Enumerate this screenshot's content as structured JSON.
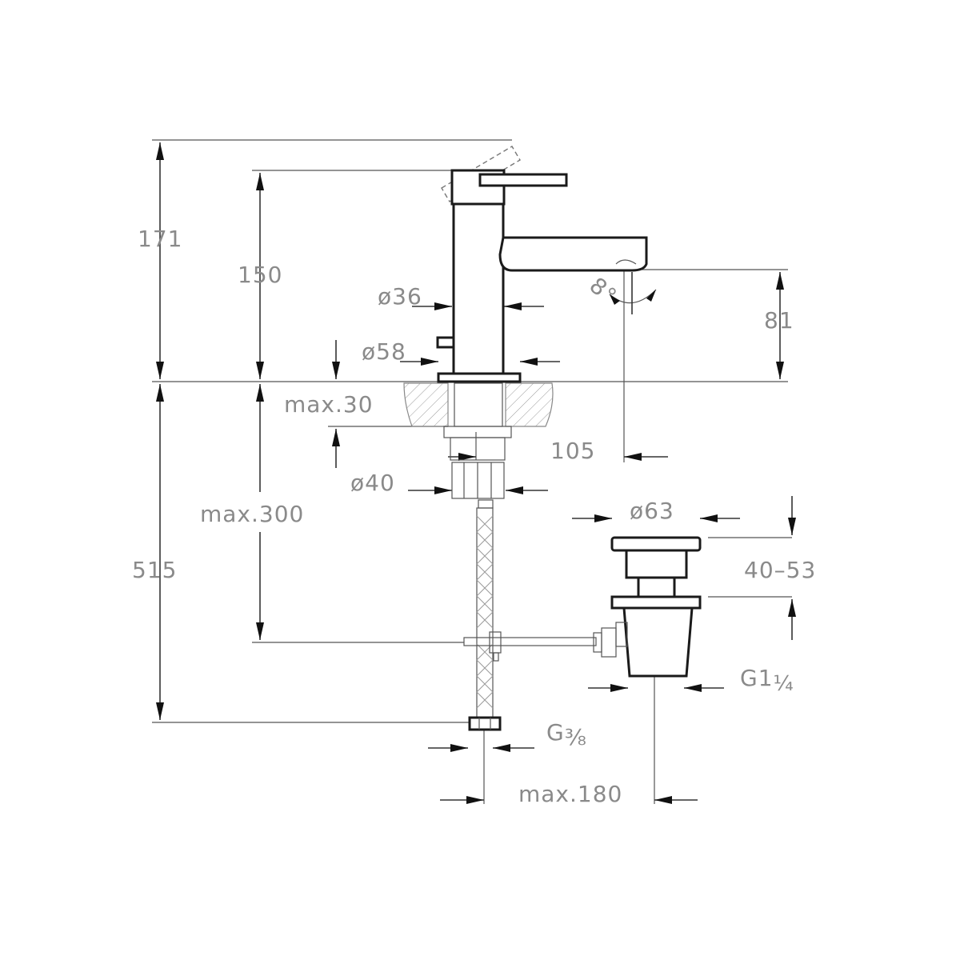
{
  "dimensions": {
    "total_height": "171",
    "spout_top_height": "150",
    "spout_outlet_height": "81",
    "spout_angle": "8°",
    "body_diameter": "ø36",
    "base_diameter": "ø58",
    "max_countertop": "max.30",
    "spout_reach": "105",
    "shank_diameter": "ø40",
    "max_hose": "max.300",
    "below_deck": "515",
    "waste_diameter": "ø63",
    "waste_range": "40–53",
    "waste_thread_main": "G1",
    "waste_thread_frac": "¼",
    "hose_thread_main": "G",
    "hose_thread_frac": "⅜",
    "max_offset": "max.180"
  },
  "colors": {
    "ink": "#1a1a1a",
    "dim_text": "#8a8a8a"
  }
}
